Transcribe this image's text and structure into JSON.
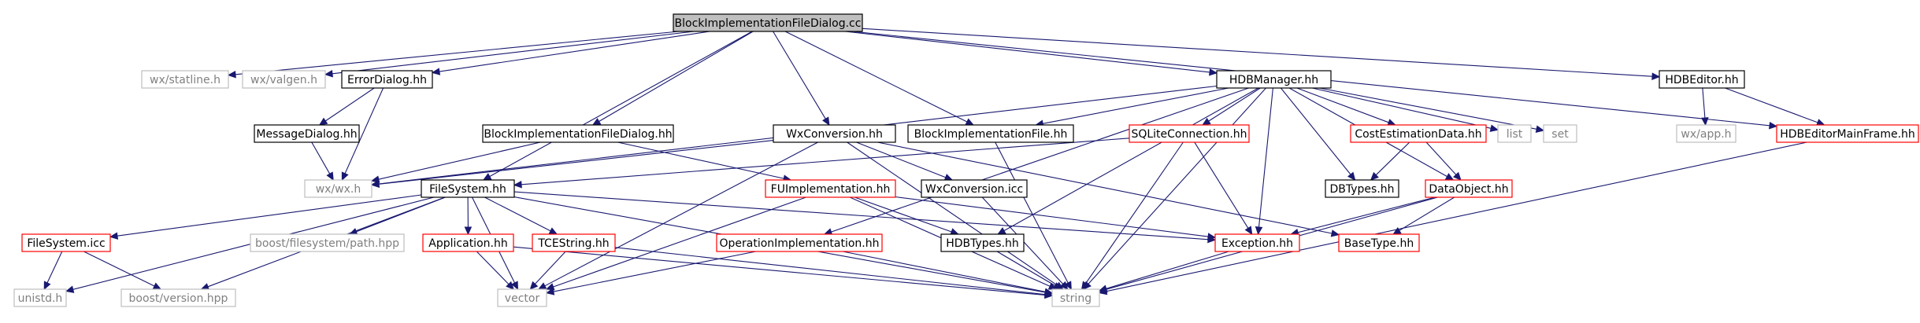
{
  "colors": {
    "root_fill": "#bfbfbf",
    "edge": "#191970",
    "edge_gray": "#9a9a9a",
    "border_black": "#000000",
    "border_red": "#ff0000",
    "border_gray": "#bfbfbf",
    "text_black": "#000000",
    "text_gray": "#808080"
  },
  "nodes": [
    {
      "id": "root",
      "label": "BlockImplementationFileDialog.cc",
      "style": "root"
    },
    {
      "id": "statline",
      "label": "wx/statline.h",
      "style": "gray"
    },
    {
      "id": "valgen",
      "label": "wx/valgen.h",
      "style": "gray"
    },
    {
      "id": "errordialog",
      "label": "ErrorDialog.hh",
      "style": "black"
    },
    {
      "id": "hdbmanager",
      "label": "HDBManager.hh",
      "style": "black"
    },
    {
      "id": "hdbeditor",
      "label": "HDBEditor.hh",
      "style": "black"
    },
    {
      "id": "messagedialog",
      "label": "MessageDialog.hh",
      "style": "black"
    },
    {
      "id": "bifd_hh",
      "label": "BlockImplementationFileDialog.hh",
      "style": "black"
    },
    {
      "id": "wxconv_hh",
      "label": "WxConversion.hh",
      "style": "black"
    },
    {
      "id": "bif_hh",
      "label": "BlockImplementationFile.hh",
      "style": "black"
    },
    {
      "id": "sqlite",
      "label": "SQLiteConnection.hh",
      "style": "red"
    },
    {
      "id": "costest",
      "label": "CostEstimationData.hh",
      "style": "red"
    },
    {
      "id": "list",
      "label": "list",
      "style": "gray"
    },
    {
      "id": "set",
      "label": "set",
      "style": "gray"
    },
    {
      "id": "wxapp",
      "label": "wx/app.h",
      "style": "gray"
    },
    {
      "id": "mainframe",
      "label": "HDBEditorMainFrame.hh",
      "style": "red"
    },
    {
      "id": "wxwx",
      "label": "wx/wx.h",
      "style": "gray"
    },
    {
      "id": "filesystem_hh",
      "label": "FileSystem.hh",
      "style": "black"
    },
    {
      "id": "fuimpl",
      "label": "FUImplementation.hh",
      "style": "red"
    },
    {
      "id": "wxconv_icc",
      "label": "WxConversion.icc",
      "style": "black"
    },
    {
      "id": "dbtypes",
      "label": "DBTypes.hh",
      "style": "black"
    },
    {
      "id": "dataobject",
      "label": "DataObject.hh",
      "style": "red"
    },
    {
      "id": "filesystem_icc",
      "label": "FileSystem.icc",
      "style": "red"
    },
    {
      "id": "boostpath",
      "label": "boost/filesystem/path.hpp",
      "style": "gray"
    },
    {
      "id": "application",
      "label": "Application.hh",
      "style": "red"
    },
    {
      "id": "tcestring",
      "label": "TCEString.hh",
      "style": "red"
    },
    {
      "id": "opimpl",
      "label": "OperationImplementation.hh",
      "style": "red"
    },
    {
      "id": "hdbtypes",
      "label": "HDBTypes.hh",
      "style": "black"
    },
    {
      "id": "exception",
      "label": "Exception.hh",
      "style": "red"
    },
    {
      "id": "basetype",
      "label": "BaseType.hh",
      "style": "red"
    },
    {
      "id": "unistd",
      "label": "unistd.h",
      "style": "gray"
    },
    {
      "id": "boostversion",
      "label": "boost/version.hpp",
      "style": "gray"
    },
    {
      "id": "vector",
      "label": "vector",
      "style": "gray"
    },
    {
      "id": "string",
      "label": "string",
      "style": "gray"
    }
  ],
  "edges": [
    [
      "root",
      "statline"
    ],
    [
      "root",
      "valgen"
    ],
    [
      "root",
      "errordialog"
    ],
    [
      "root",
      "hdbmanager"
    ],
    [
      "root",
      "hdbeditor"
    ],
    [
      "root",
      "mainframe"
    ],
    [
      "root",
      "bifd_hh"
    ],
    [
      "root",
      "wxconv_hh"
    ],
    [
      "root",
      "bif_hh"
    ],
    [
      "root",
      "filesystem_hh"
    ],
    [
      "errordialog",
      "messagedialog"
    ],
    [
      "errordialog",
      "wxwx"
    ],
    [
      "messagedialog",
      "wxwx"
    ],
    [
      "bifd_hh",
      "wxwx"
    ],
    [
      "bifd_hh",
      "fuimpl"
    ],
    [
      "hdbmanager",
      "bif_hh"
    ],
    [
      "hdbmanager",
      "sqlite"
    ],
    [
      "hdbmanager",
      "costest"
    ],
    [
      "hdbmanager",
      "list"
    ],
    [
      "hdbmanager",
      "set"
    ],
    [
      "hdbmanager",
      "dbtypes"
    ],
    [
      "hdbmanager",
      "dataobject"
    ],
    [
      "hdbmanager",
      "exception"
    ],
    [
      "hdbmanager",
      "hdbtypes"
    ],
    [
      "hdbmanager",
      "opimpl"
    ],
    [
      "hdbmanager",
      "string"
    ],
    [
      "hdbmanager",
      "wxwx"
    ],
    [
      "hdbeditor",
      "wxapp"
    ],
    [
      "hdbeditor",
      "mainframe"
    ],
    [
      "mainframe",
      "string"
    ],
    [
      "wxconv_hh",
      "wxwx"
    ],
    [
      "wxconv_hh",
      "wxconv_icc"
    ],
    [
      "wxconv_hh",
      "string"
    ],
    [
      "wxconv_hh",
      "vector"
    ],
    [
      "wxconv_hh",
      "basetype"
    ],
    [
      "bif_hh",
      "string"
    ],
    [
      "sqlite",
      "filesystem_hh"
    ],
    [
      "sqlite",
      "exception"
    ],
    [
      "sqlite",
      "string"
    ],
    [
      "costest",
      "dbtypes"
    ],
    [
      "costest",
      "dataobject"
    ],
    [
      "dataobject",
      "exception"
    ],
    [
      "dataobject",
      "basetype"
    ],
    [
      "dataobject",
      "string"
    ],
    [
      "fuimpl",
      "hdbtypes"
    ],
    [
      "fuimpl",
      "exception"
    ],
    [
      "fuimpl",
      "vector"
    ],
    [
      "fuimpl",
      "string"
    ],
    [
      "wxconv_icc",
      "string"
    ],
    [
      "filesystem_hh",
      "filesystem_icc"
    ],
    [
      "filesystem_hh",
      "unistd"
    ],
    [
      "filesystem_hh",
      "boostpath"
    ],
    [
      "filesystem_hh",
      "boostversion"
    ],
    [
      "filesystem_hh",
      "application"
    ],
    [
      "filesystem_hh",
      "tcestring"
    ],
    [
      "filesystem_hh",
      "exception"
    ],
    [
      "filesystem_hh",
      "vector"
    ],
    [
      "filesystem_hh",
      "string"
    ],
    [
      "filesystem_icc",
      "unistd"
    ],
    [
      "filesystem_icc",
      "boostversion"
    ],
    [
      "application",
      "vector"
    ],
    [
      "application",
      "string"
    ],
    [
      "tcestring",
      "vector"
    ],
    [
      "tcestring",
      "string"
    ],
    [
      "opimpl",
      "vector"
    ],
    [
      "opimpl",
      "string"
    ],
    [
      "hdbtypes",
      "string"
    ],
    [
      "exception",
      "string"
    ]
  ]
}
